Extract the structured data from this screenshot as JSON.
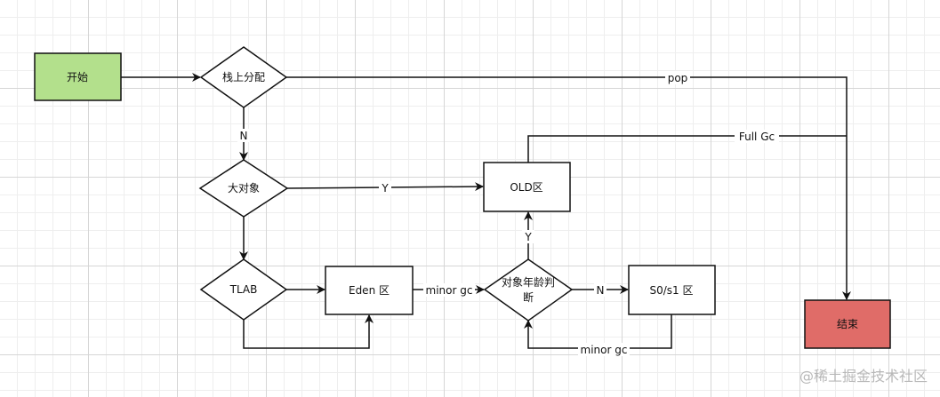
{
  "nodes": {
    "start": "开始",
    "stack_alloc": "栈上分配",
    "big_object": "大对象",
    "tlab": "TLAB",
    "eden": "Eden 区",
    "age_check_line1": "对象年龄判",
    "age_check_line2": "断",
    "old": "OLD区",
    "survivor": "S0/s1 区",
    "end": "结束"
  },
  "edges": {
    "pop": "pop",
    "n_stack": "N",
    "y_big": "Y",
    "full_gc": "Full Gc",
    "minor_gc_eden": "minor gc",
    "n_age": "N",
    "y_age": "Y",
    "minor_gc_survivor": "minor gc"
  },
  "watermark": "@稀土掘金技术社区",
  "colors": {
    "start_fill": "#b3e08c",
    "end_fill": "#e06c68",
    "stroke": "#111111"
  }
}
